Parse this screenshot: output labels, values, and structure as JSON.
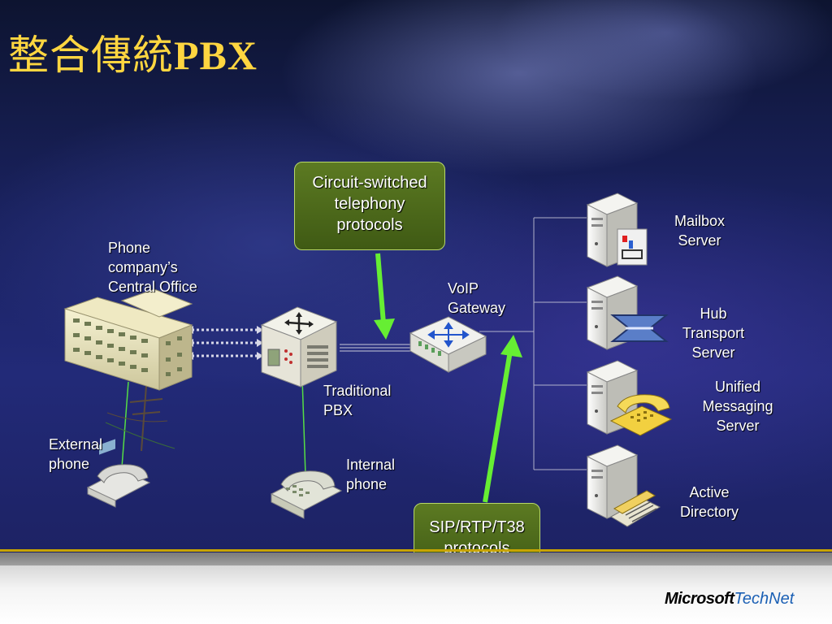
{
  "title": {
    "cjk": "整合傳統",
    "latin": "PBX"
  },
  "callouts": {
    "circuit": [
      "Circuit-switched",
      "telephony",
      "protocols"
    ],
    "sip": [
      "SIP/RTP/T38",
      "protocols"
    ]
  },
  "labels": {
    "central_office": [
      "Phone",
      "company’s",
      "Central Office"
    ],
    "voip_gateway": [
      "VoIP",
      "Gateway"
    ],
    "traditional_pbx": [
      "Traditional",
      "PBX"
    ],
    "external_phone": [
      "External",
      "phone"
    ],
    "internal_phone": [
      "Internal",
      "phone"
    ]
  },
  "servers": [
    {
      "label": [
        "Mailbox",
        "Server"
      ]
    },
    {
      "label": [
        "Hub",
        "Transport",
        "Server"
      ]
    },
    {
      "label": [
        "Unified",
        "Messaging",
        "Server"
      ]
    },
    {
      "label": [
        "Active",
        "Directory"
      ]
    }
  ],
  "footer": {
    "brand": "Microsoft",
    "product": "TechNet"
  },
  "colors": {
    "title": "#ffd640",
    "arrow": "#66ee33",
    "callout_bg": "#4a6a18",
    "footer_accent": "#c8a400"
  }
}
